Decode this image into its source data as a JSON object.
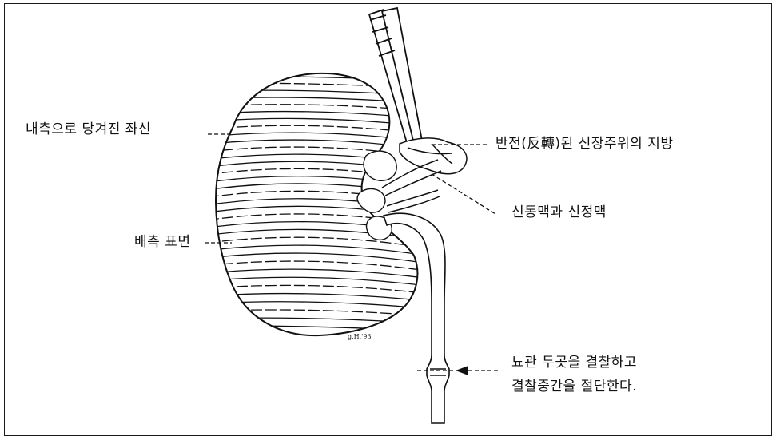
{
  "labels": {
    "retracted_kidney": "내측으로 당겨진 좌신",
    "inverted_fat": "반전(反轉)된 신장주위의 지방",
    "renal_vessels": "신동맥과 신정맥",
    "dorsal_surface": "배측 표면",
    "ureter_line1": "뇨관 두곳을 결찰하고",
    "ureter_line2": "결찰중간을 절단한다."
  },
  "signature": "g.H.'93"
}
